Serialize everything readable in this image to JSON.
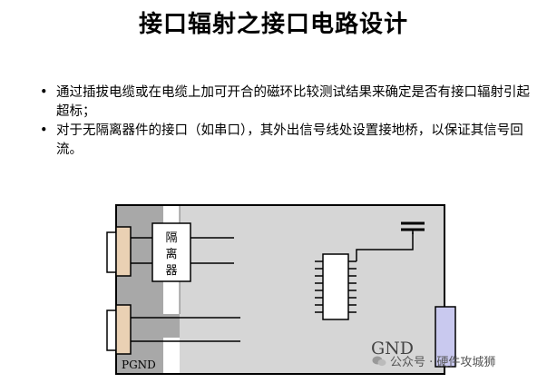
{
  "title": "接口辐射之接口电路设计",
  "bullets": [
    "通过插拔电缆或在电缆上加可开合的磁环比较测试结果来确定是否有接口辐射引起超标；",
    "对于无隔离器件的接口（如串口），其外出信号线处设置接地桥，以保证其信号回流。"
  ],
  "bullet_symbol": "•",
  "diagram": {
    "isolator_label": [
      "隔",
      "离",
      "器"
    ],
    "pgnd_label": "PGND",
    "gnd_label": "GND",
    "colors": {
      "board_fill": "#d6d6d6",
      "pgnd_fill": "#a8a8a8",
      "connector_fill": "#ead1b4",
      "right_connector_fill": "#c9c9ef"
    }
  },
  "watermark": {
    "text": "公众号 · 硬件攻城狮",
    "icon": "wechat-icon"
  }
}
